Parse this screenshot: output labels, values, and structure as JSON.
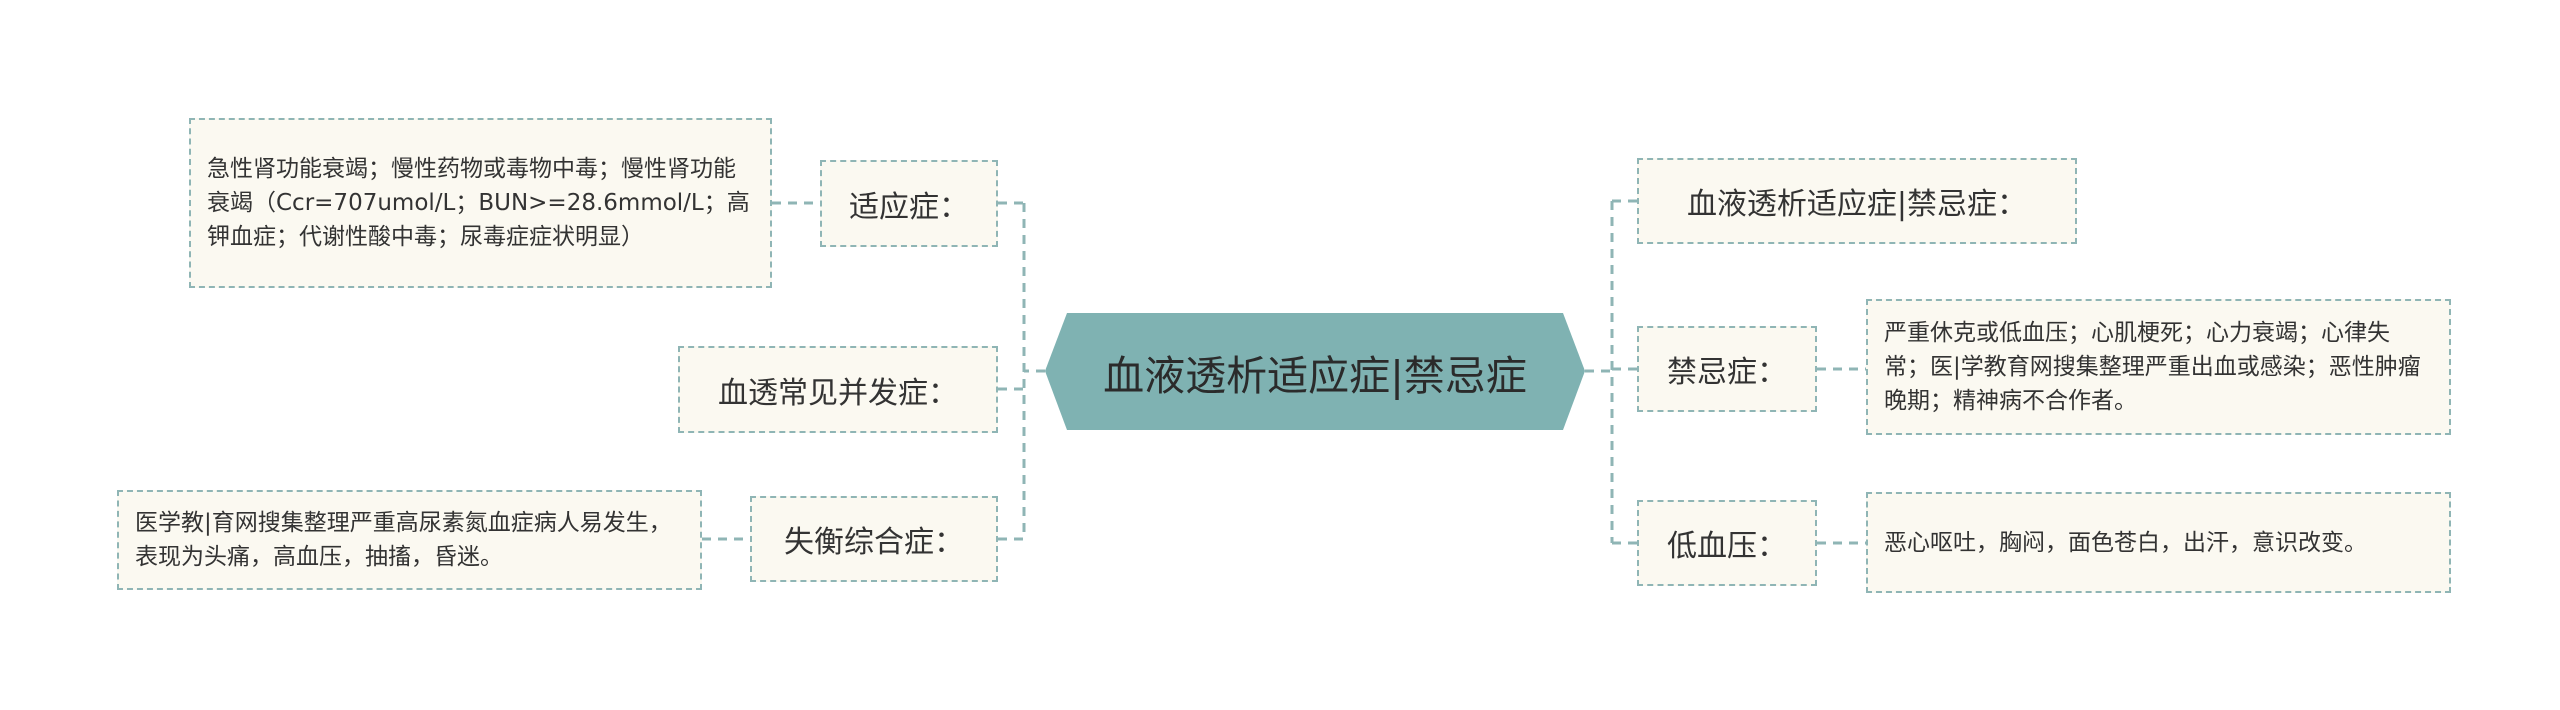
{
  "center": {
    "title": "血液透析适应症|禁忌症",
    "color": "#7fb2b2"
  },
  "left": [
    {
      "label": "适应症：",
      "detail": "急性肾功能衰竭；慢性药物或毒物中毒；慢性肾功能衰竭（Ccr=707umol/L；BUN>=28.6mmol/L；高钾血症；代谢性酸中毒；尿毒症症状明显）"
    },
    {
      "label": "血透常见并发症："
    },
    {
      "label": "失衡综合症：",
      "detail": "医学教|育网搜集整理严重高尿素氮血症病人易发生，表现为头痛，高血压，抽搐，昏迷。"
    }
  ],
  "right": [
    {
      "label": "血液透析适应症|禁忌症："
    },
    {
      "label": "禁忌症：",
      "detail": "严重休克或低血压；心肌梗死；心力衰竭；心律失常；医|学教育网搜集整理严重出血或感染；恶性肿瘤晚期；精神病不合作者。"
    },
    {
      "label": "低血压：",
      "detail": "恶心呕吐，胸闷，面色苍白，出汗，意识改变。"
    }
  ],
  "colors": {
    "line": "#8fb5b5",
    "node_bg": "#fbf9f1",
    "text": "#333333"
  }
}
